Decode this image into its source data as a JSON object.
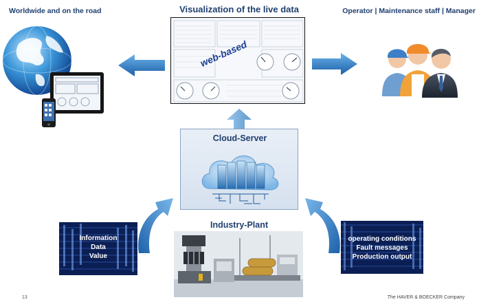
{
  "titles": {
    "left": "Worldwide and on the road",
    "center": "Visualization of the live data",
    "right": "Operator | Maintenance staff | Manager"
  },
  "dashboard": {
    "watermark": "web-based"
  },
  "cloud": {
    "label": "Cloud-Server"
  },
  "plant": {
    "label": "Industry-Plant"
  },
  "left_panel": {
    "lines": [
      "Information",
      "Data",
      "Value"
    ]
  },
  "right_panel": {
    "lines": [
      "operating conditions",
      "Fault messages",
      "Production output"
    ]
  },
  "footer": {
    "page_number": "13",
    "company": "The HAVER & BOECKER Company"
  },
  "colors": {
    "arrow_blue": "#2f7ec7",
    "title": "#1f3f6f",
    "panel": "#0b1f55"
  },
  "icons": [
    "globe-icon",
    "tablet-icon",
    "phone-icon",
    "workers-icon",
    "server-cloud-icon",
    "arrow-left-icon",
    "arrow-right-icon",
    "arrow-up-icon",
    "curved-arrow-left-icon",
    "curved-arrow-right-icon"
  ]
}
